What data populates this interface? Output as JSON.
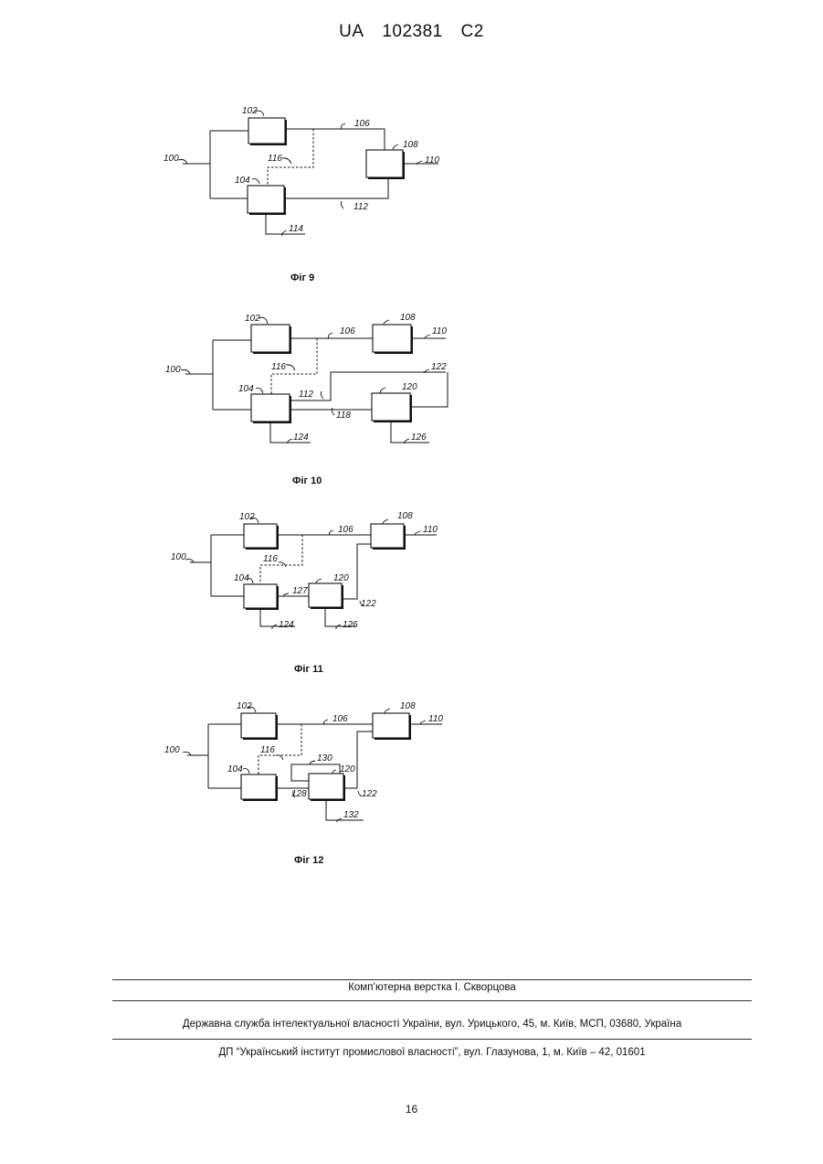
{
  "header": {
    "country": "UA",
    "number": "102381",
    "kind": "C2"
  },
  "fig9": {
    "caption": "Фіг 9",
    "labels": {
      "l100": "100",
      "l102": "102",
      "l104": "104",
      "l106": "106",
      "l108": "108",
      "l110": "110",
      "l112": "112",
      "l114": "114",
      "l116": "116"
    }
  },
  "fig10": {
    "caption": "Фіг 10",
    "labels": {
      "l100": "100",
      "l102": "102",
      "l104": "104",
      "l106": "106",
      "l108": "108",
      "l110": "110",
      "l112": "112",
      "l116": "116",
      "l118": "118",
      "l120": "120",
      "l122": "122",
      "l124": "124",
      "l126": "126"
    }
  },
  "fig11": {
    "caption": "Фіг 11",
    "labels": {
      "l100": "100",
      "l102": "102",
      "l104": "104",
      "l106": "106",
      "l108": "108",
      "l110": "110",
      "l116": "116",
      "l120": "120",
      "l122": "122",
      "l124": "124",
      "l126": "126",
      "l127": "127"
    }
  },
  "fig12": {
    "caption": "Фіг 12",
    "labels": {
      "l100": "100",
      "l102": "102",
      "l104": "104",
      "l106": "106",
      "l108": "108",
      "l110": "110",
      "l116": "116",
      "l120": "120",
      "l122": "122",
      "l128": "128",
      "l130": "130",
      "l132": "132"
    }
  },
  "footer": {
    "typesetter": "Комп’ютерна верстка І. Скворцова",
    "agency": "Державна служба інтелектуальної власності України, вул. Урицького, 45, м. Київ, МСП, 03680, Україна",
    "institute": "ДП “Український інститут промислової власності”, вул. Глазунова, 1, м. Київ – 42, 01601"
  },
  "page_number": "16"
}
